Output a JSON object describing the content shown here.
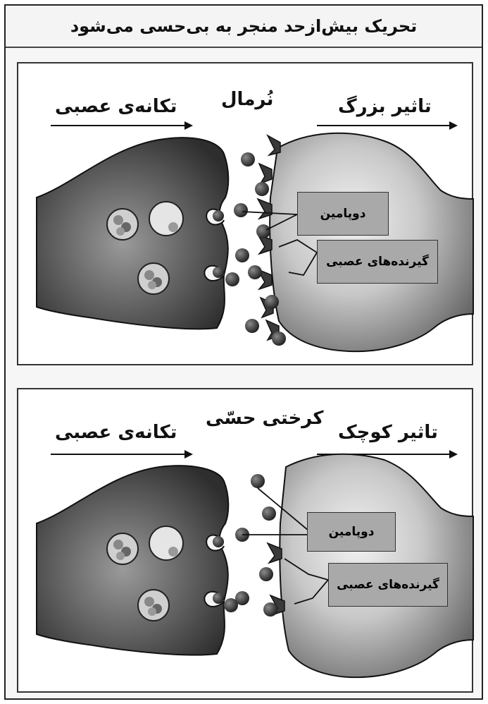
{
  "title": "تحریک بیش‌ازحد منجر به بی‌حسی می‌شود",
  "panels": [
    {
      "heading": "نُرمال",
      "left_label": "تکانه‌ی عصبی",
      "right_label": "تاثیر بزرگ",
      "box_top": "دوپامین",
      "box_bottom": "گیرنده‌های عصبی"
    },
    {
      "heading": "کرختی حسّی",
      "left_label": "تکانه‌ی عصبی",
      "right_label": "تاثیر کوچک",
      "box_top": "دوپامین",
      "box_bottom": "گیرنده‌های عصبی"
    }
  ],
  "colors": {
    "neuron_dark": "#3a3a3a",
    "neuron_light": "#bdbdbd",
    "label_box": "#a9a9a9"
  }
}
